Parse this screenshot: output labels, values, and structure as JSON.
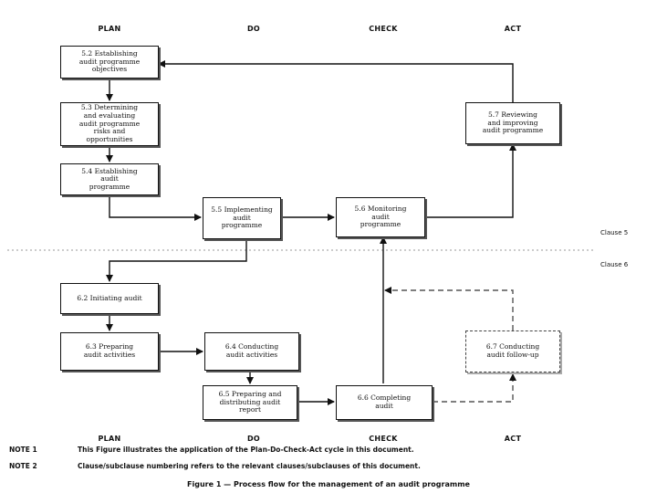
{
  "headers_top": [
    "PLAN",
    "DO",
    "CHECK",
    "ACT"
  ],
  "headers_bottom": [
    "PLAN",
    "DO",
    "CHECK",
    "ACT"
  ],
  "boxes": {
    "b52": "5.2 Establishing\naudit programme\nobjectives",
    "b53": "5.3 Determining\nand evaluating\naudit programme\nrisks and\nopportunities",
    "b54": "5.4 Establishing\naudit\nprogramme",
    "b55": "5.5 Implementing\naudit\nprogramme",
    "b56": "5.6 Monitoring\naudit\nprogramme",
    "b57": "5.7 Reviewing\nand improving\naudit programme",
    "b62": "6.2 Initiating audit",
    "b63": "6.3 Preparing\naudit activities",
    "b64": "6.4 Conducting\naudit activities",
    "b65": "6.5 Preparing and\ndistributing audit\nreport",
    "b66": "6.6 Completing\naudit",
    "b67": "6.7 Conducting\naudit follow-up"
  },
  "clause_labels": {
    "upper": "Clause 5",
    "lower": "Clause 6"
  },
  "notes": [
    {
      "key": "NOTE 1",
      "text": "This Figure illustrates the application of the Plan-Do-Check-Act cycle in this document."
    },
    {
      "key": "NOTE 2",
      "text": "Clause/subclause numbering refers to the relevant clauses/subclauses of this document."
    }
  ],
  "caption": "Figure 1 — Process flow for the management of an audit programme"
}
